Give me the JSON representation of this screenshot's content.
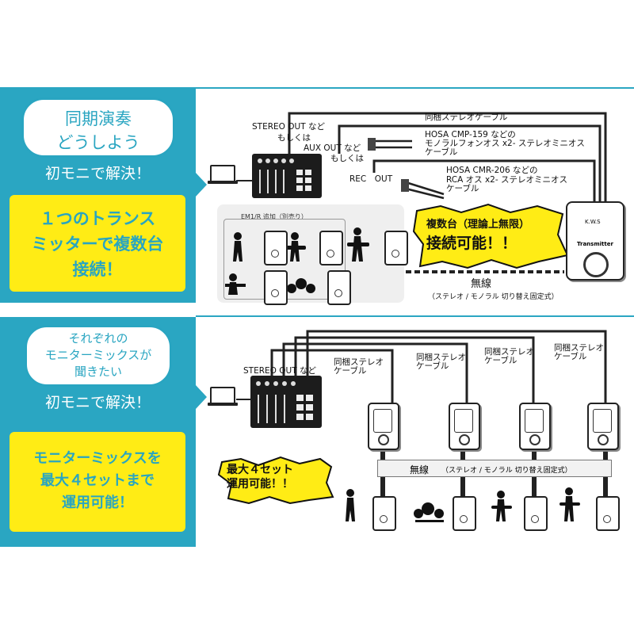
{
  "top": {
    "cloud_line1": "同期演奏",
    "cloud_line2": "どうしよう",
    "solve": "初モニで解決！",
    "box_line1": "１つのトランス",
    "box_line2": "ミッターで複数台",
    "box_line3": "接続！",
    "stereo_out": "STEREO OUT など",
    "moshikuwa1": "もしくは",
    "aux_out": "AUX OUT など",
    "moshikuwa2": "もしくは",
    "rec_out": "REC　OUT",
    "cable_stereo": "同梱ステレオケーブル",
    "hosa1_line1": "HOSA CMP-159 などの",
    "hosa1_line2": "モノラルフォンオス x2- ステレオミニオス",
    "hosa1_line3": "ケーブル",
    "hosa2_line1": "HOSA CMR-206 などの",
    "hosa2_line2": "RCA オス x2- ステレオミニオス",
    "hosa2_line3": "ケーブル",
    "em_label": "EM1/R 追加（別売り）",
    "burst_line1": "複数台（理論上無限）",
    "burst_line2": "接続可能！！",
    "wireless": "無線",
    "wireless_sub": "（ステレオ / モノラル 切り替え固定式）",
    "tx_brand": "K.W.S",
    "tx_name": "Transmitter"
  },
  "bottom": {
    "cloud_line1": "それぞれの",
    "cloud_line2": "モニターミックスが",
    "cloud_line3": "聞きたい",
    "solve": "初モニで解決！",
    "box_line1": "モニターミックスを",
    "box_line2": "最大４セットまで",
    "box_line3": "運用可能！",
    "stereo_out": "STEREO OUT など",
    "cables": [
      {
        "line1": "同梱ステレオ",
        "line2": "ケーブル"
      },
      {
        "line1": "同梱ステレオ",
        "line2": "ケーブル"
      },
      {
        "line1": "同梱ステレオ",
        "line2": "ケーブル"
      },
      {
        "line1": "同梱ステレオ",
        "line2": "ケーブル"
      }
    ],
    "burst_line1": "最大４セット",
    "burst_line2": "運用可能！！",
    "wireless": "無線",
    "wireless_sub": "（ステレオ / モノラル 切り替え固定式）"
  },
  "colors": {
    "accent": "#2aa6c2",
    "highlight": "#ffec15",
    "line": "#222222"
  }
}
